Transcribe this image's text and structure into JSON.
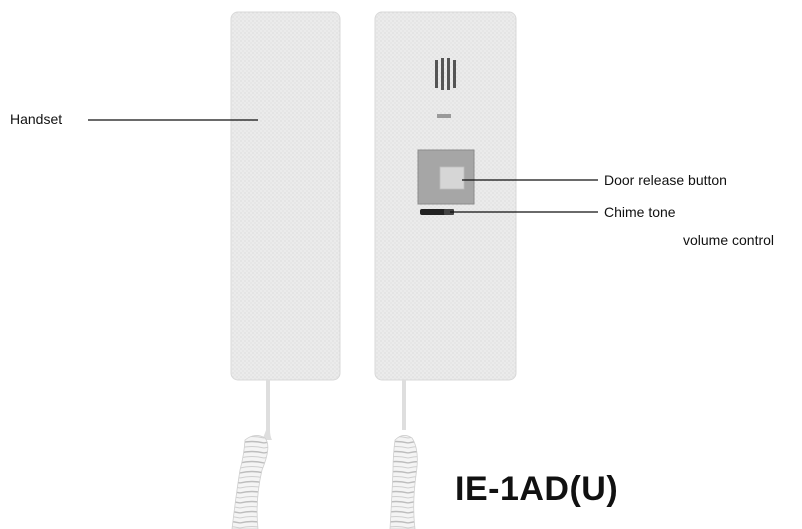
{
  "labels": {
    "handset": "Handset",
    "door_release": "Door release button",
    "chime_line1": "Chime tone",
    "chime_line2": "volume control"
  },
  "model_name": "IE-1AD(U)",
  "colors": {
    "body_fill": "#e6e6e6",
    "body_stroke": "#d2d2d2",
    "button_panel": "#9a9a9a",
    "button_face": "#d0d0d0",
    "leader_line": "#111111",
    "text": "#111111"
  },
  "icons": {
    "speaker_grille": "speaker-grille-icon",
    "volume_slider": "volume-slider-icon"
  }
}
